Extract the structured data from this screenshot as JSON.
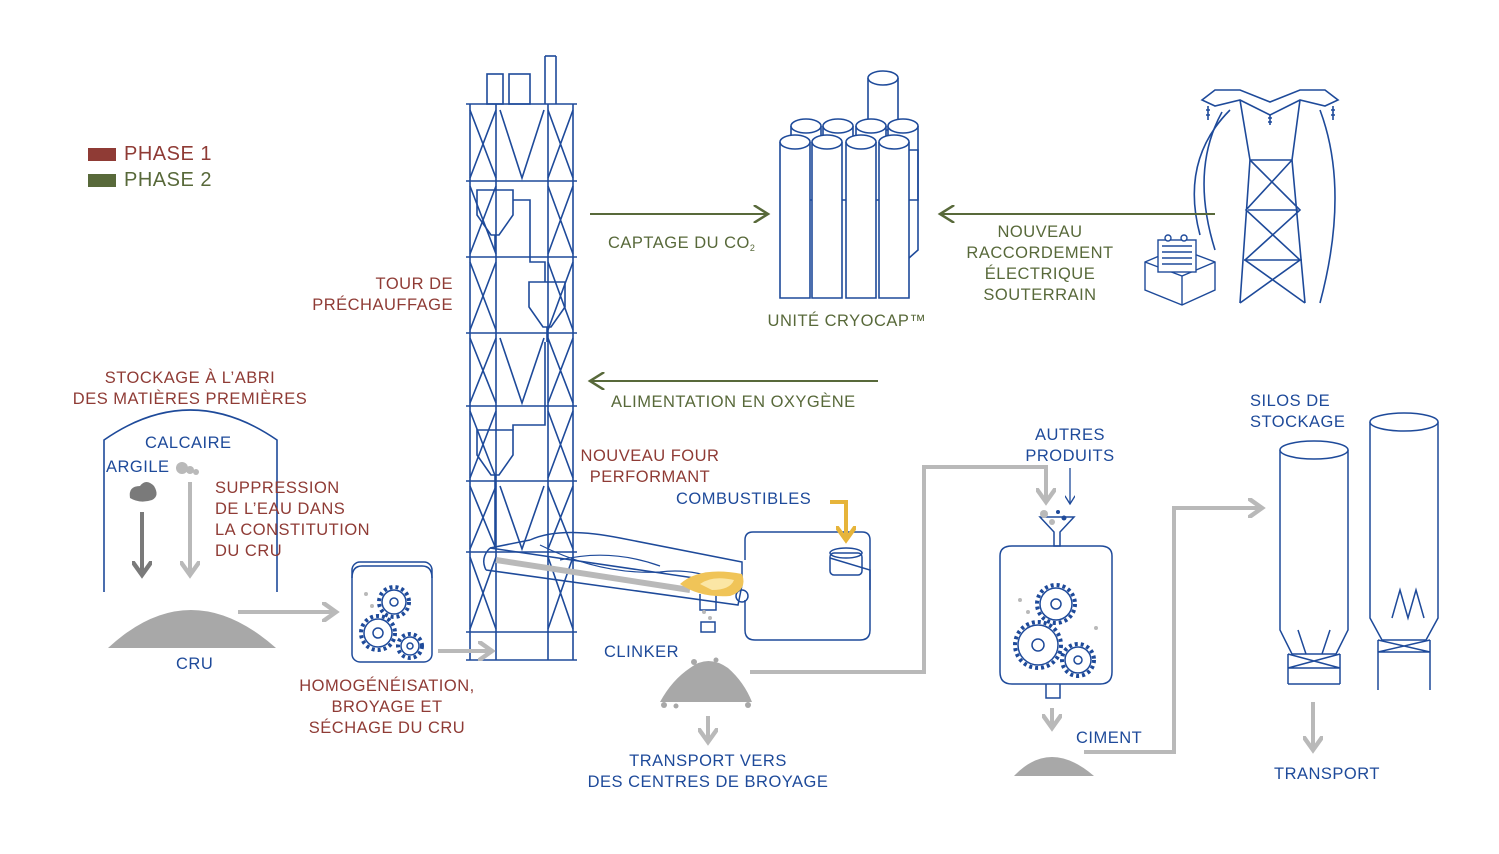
{
  "legend": [
    {
      "label": "PHASE 1",
      "color": "#8f3b35"
    },
    {
      "label": "PHASE 2",
      "color": "#58693a"
    }
  ],
  "colors": {
    "phase1": "#8f3b35",
    "phase2": "#58693a",
    "equipment": "#1e4a9a",
    "material": "#b9b9b9",
    "fuel": "#e6b43a"
  },
  "labels": {
    "tower": "TOUR DE\nPRÉCHAUFFAGE",
    "co2_capture_text": "CAPTAGE DU CO",
    "co2_subscript": "2",
    "cryocap": "UNITÉ CRYOCAP™",
    "grid": "NOUVEAU\nRACCORDEMENT\nÉLECTRIQUE\nSOUTERRAIN",
    "oxygen": "ALIMENTATION EN OXYGÈNE",
    "storage": "STOCKAGE À L’ABRI\nDES MATIÈRES PREMIÈRES",
    "limestone": "CALCAIRE",
    "clay": "ARGILE",
    "water_removal": "SUPPRESSION\nDE L’EAU DANS\nLA CONSTITUTION\nDU CRU",
    "raw_meal": "CRU",
    "homogenization": "HOMOGÉNÉISATION,\nBROYAGE ET\nSÉCHAGE DU CRU",
    "kiln": "NOUVEAU FOUR\nPERFORMANT",
    "fuels": "COMBUSTIBLES",
    "clinker": "CLINKER",
    "transport_grinding": "TRANSPORT VERS\nDES CENTRES DE BROYAGE",
    "other_products": "AUTRES\nPRODUITS",
    "cement": "CIMENT",
    "silos": "SILOS DE\nSTOCKAGE",
    "transport": "TRANSPORT"
  },
  "icons": [
    "preheater-tower",
    "cryocap-unit",
    "power-pylon",
    "transformer",
    "storage-shed",
    "crusher-gears",
    "rotary-kiln",
    "flame",
    "cement-mill",
    "funnel",
    "storage-silo"
  ]
}
